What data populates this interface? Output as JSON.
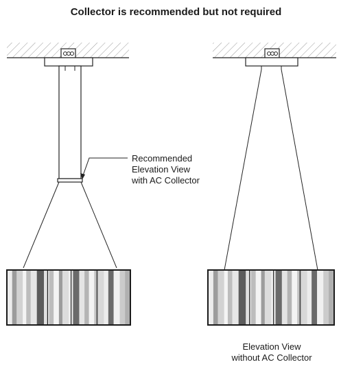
{
  "title": "Collector is recommended but not required",
  "left_view": {
    "label_lines": [
      "Recommended",
      "Elevation View",
      "with AC Collector"
    ]
  },
  "right_view": {
    "label_lines": [
      "Elevation View",
      "without AC Collector"
    ]
  }
}
